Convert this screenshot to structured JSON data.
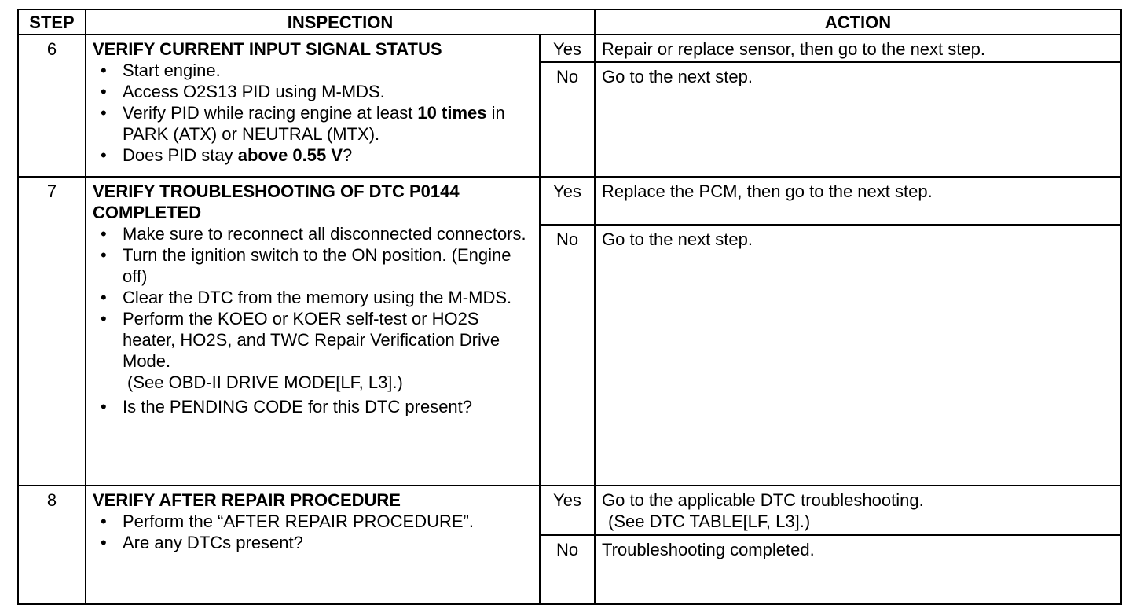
{
  "headers": {
    "step": "STEP",
    "inspection": "INSPECTION",
    "action": "ACTION"
  },
  "bullet_glyph": "•",
  "rows": [
    {
      "step": "6",
      "title": "VERIFY CURRENT INPUT SIGNAL STATUS",
      "bullets": [
        {
          "text": "Start engine."
        },
        {
          "text": "Access O2S13 PID using M-MDS."
        },
        {
          "pre": "Verify PID while racing engine at least ",
          "bold": "10 times",
          "post": " in PARK (ATX) or NEUTRAL (MTX)."
        },
        {
          "pre": "Does PID stay ",
          "bold": "above 0.55 V",
          "post": "?"
        }
      ],
      "yes_label": "Yes",
      "yes_action": "Repair or replace sensor, then go to the next step.",
      "no_label": "No",
      "no_action": "Go to the next step."
    },
    {
      "step": "7",
      "title": "VERIFY TROUBLESHOOTING OF DTC P0144 COMPLETED",
      "bullets": [
        {
          "text": "Make sure to reconnect all disconnected connectors."
        },
        {
          "text": "Turn the ignition switch to the ON position. (Engine off)"
        },
        {
          "text": "Clear the DTC from the memory using the M-MDS."
        },
        {
          "text": "Perform the KOEO or KOER self-test or HO2S heater, HO2S, and TWC Repair Verification Drive Mode.",
          "sub": "(See  OBD-II DRIVE MODE[LF, L3].)"
        },
        {
          "text": "Is the PENDING CODE for this DTC present?"
        }
      ],
      "yes_label": "Yes",
      "yes_action": "Replace the PCM, then go to the next step.",
      "no_label": "No",
      "no_action": "Go to the next step."
    },
    {
      "step": "8",
      "title": "VERIFY AFTER REPAIR PROCEDURE",
      "bullets": [
        {
          "text": "Perform the “AFTER REPAIR PROCEDURE”."
        },
        {
          "text": "Are any DTCs present?"
        }
      ],
      "yes_label": "Yes",
      "yes_action": "Go to the applicable DTC troubleshooting.",
      "yes_ref": "(See  DTC TABLE[LF, L3].)",
      "no_label": "No",
      "no_action": "Troubleshooting completed."
    }
  ]
}
